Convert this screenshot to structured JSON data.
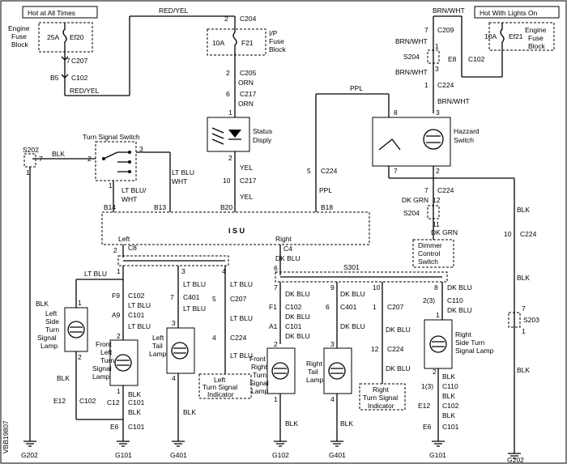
{
  "title_left": "Hot at All Times",
  "title_right": "Hot With Lights On",
  "fuses": {
    "engine_left": {
      "line1": "Engine",
      "line2": "Fuse",
      "line3": "Block",
      "rating": "25A",
      "name": "Ef20"
    },
    "ip": {
      "line1": "I/P",
      "line2": "Fuse",
      "line3": "Block",
      "rating": "10A",
      "name": "F21"
    },
    "engine_right": {
      "line1": "Engine",
      "line2": "Fuse",
      "line3": "Block",
      "rating": "10A",
      "name": "Ef21"
    }
  },
  "wires": {
    "red_yel": "RED/YEL",
    "orn": "ORN",
    "yel": "YEL",
    "brn_wht": "BRN/WHT",
    "ppl": "PPL",
    "blk": "BLK",
    "lt_blu": "LT BLU",
    "lt_blu_wht": "LT BLU/",
    "wht": "WHT",
    "dk_grn": "DK GRN",
    "dk_blu": "DK BLU"
  },
  "connectors": {
    "c204": "C204",
    "c207": "C207",
    "c102": "C102",
    "c205": "C205",
    "c217": "C217",
    "c209": "C209",
    "c224": "C224",
    "c8": "C8",
    "c4": "C4",
    "c101": "C101",
    "c401": "C401",
    "c110": "C110",
    "b5": "B5",
    "e8": "E8",
    "f9": "F9",
    "a9": "A9",
    "f1": "F1",
    "a1": "A1",
    "e12": "E12",
    "c12": "C12",
    "e6": "E6",
    "b14": "B14",
    "b13": "B13",
    "b20": "B20",
    "b18": "B18"
  },
  "splices": {
    "s202": "S202",
    "s204": "S204",
    "s301": "S301",
    "s203": "S203"
  },
  "components": {
    "turn_switch": "Turn Signal Switch",
    "status1": "Status",
    "status2": "Disply",
    "hazard1": "Hazzard",
    "hazard2": "Switch",
    "isu": "I S U",
    "left": "Left",
    "right": "Right",
    "dimmer1": "Dimmer",
    "dimmer2": "Control",
    "dimmer3": "Switch",
    "lsl": [
      "Left",
      "Side",
      "Turn",
      "Signal",
      "Lamp"
    ],
    "flt": [
      "Front",
      "Left",
      "Turn",
      "Signal",
      "Lamp"
    ],
    "ltl": [
      "Left",
      "Tail",
      "Lamp"
    ],
    "lti": [
      "Left",
      "Turn Signal",
      "Indicator"
    ],
    "frt": [
      "Front",
      "Right",
      "Turn",
      "Signal",
      "Lamp"
    ],
    "rtl": [
      "Right",
      "Tail",
      "Lamp"
    ],
    "rti": [
      "Right",
      "Turn Signal",
      "Indicator"
    ],
    "rsl": [
      "Right",
      "Side Turn",
      "Signal Lamp"
    ]
  },
  "grounds": {
    "g202": "G202",
    "g101": "G101",
    "g401": "G401",
    "g102": "G102"
  },
  "pins": {
    "p1": "1",
    "p2": "2",
    "p3": "3",
    "p4": "4",
    "p5": "5",
    "p6": "6",
    "p7": "7",
    "p8": "8",
    "p9": "9",
    "p10": "10",
    "p11": "11",
    "p12": "12",
    "p23": "2(3)",
    "p13": "1(3)"
  },
  "side_code": "VBB19807"
}
